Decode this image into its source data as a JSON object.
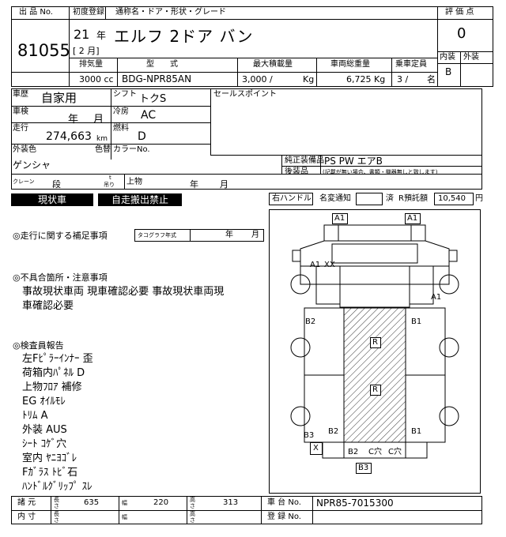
{
  "header": {
    "lot_label": "出 品 No.",
    "lot_no": "81055",
    "first_reg_label": "初度登録",
    "model_grade_label": "通称名・ドア・形状・グレード",
    "year": "21",
    "year_unit": "年",
    "month_text": "[ 2 月]",
    "car_name": "エルフ 2ドア バン",
    "score_label": "評 価 点",
    "score": "0",
    "interior_label": "内装",
    "exterior_label": "外装",
    "interior_grade": "B"
  },
  "specs": {
    "displacement_label": "排気量",
    "displacement": "3000 cc",
    "model_label": "型　　式",
    "model": "BDG-NPR85AN",
    "load_label": "最大積載量",
    "load": "3,000 /",
    "load_unit": "Kg",
    "gvw_label": "車両総重量",
    "gvw": "6,725 Kg",
    "capacity_label": "乗車定員",
    "capacity": "3 /",
    "capacity_unit": "名"
  },
  "details": {
    "history_label": "車歴",
    "history": "自家用",
    "shift_label": "シフト",
    "shift": "トクS",
    "sales_point_label": "セールスポイント",
    "inspection_label": "車検",
    "inspection_year": "年",
    "inspection_month": "月",
    "ac_label": "冷房",
    "ac": "AC",
    "mileage_label": "走行",
    "mileage": "274,663",
    "mileage_unit": "km",
    "fuel_label": "燃料",
    "fuel": "D",
    "color_label": "外装色",
    "color": "ゲンシャ",
    "color_no_label": "色替",
    "color_code_label": "カラーNo.",
    "equipment_label": "純正装備品",
    "equipment": "PS PW エアB",
    "aftermarket_label": "後装品",
    "aftermarket_note": "(記載が無い場合、書類・機器無しと致します)",
    "crane_label": "クレーン",
    "crane_dan": "段",
    "crane_t": "t",
    "crane_tsuri": "吊り",
    "upper_label": "上物",
    "upper_year": "年",
    "upper_month": "月"
  },
  "status_buttons": {
    "current": "現状車",
    "no_self_drive": "自走搬出禁止"
  },
  "handle": {
    "right_hand": "右ハンドル",
    "name_change_label": "名変通知",
    "tax_label": "済",
    "tax_value": "R預託額",
    "deposit": "10,540",
    "deposit_unit": "円"
  },
  "remarks": {
    "driving_label": "◎走行に関する補足事項",
    "tacho_label": "タコグラフ年式",
    "tacho_year": "年",
    "tacho_month": "月",
    "defects_label": "◎不具合箇所・注意事項",
    "defects_lines": [
      "事故現状車両 現車確認必要 事故現状車両現",
      "車確認必要"
    ],
    "inspector_label": "◎検査員報告",
    "inspector_lines": [
      "左Fﾋﾟﾗｰｲﾝﾅｰ 歪",
      "荷箱内ﾊﾟﾈﾙ D",
      "上物ﾌﾛｱ 補修",
      "EG ｵｲﾙﾓﾚ",
      "ﾄﾘﾑ A",
      "外装 AUS",
      "ｼｰﾄ ｺｹﾞ穴",
      "室内 ﾔﾆﾖｺﾞﾚ",
      "Fｶﾞﾗｽ ﾄﾋﾞ石",
      "ﾊﾝﾄﾞﾙｸﾞﾘｯﾌﾟ ｽﾚ"
    ]
  },
  "diagram": {
    "marks": {
      "a1_front_left": "A1",
      "a1_front_right": "A1",
      "a1_cab": "A1",
      "xx_cab": "XX",
      "a1_right": "A1",
      "b2_left": "B2",
      "b1_right": "B1",
      "r_upper": "R",
      "r_lower": "R",
      "b2_lower": "B2",
      "b1_lower": "B1",
      "b3_left": "B3",
      "x_box": "X",
      "b2_bottom": "B2",
      "c_hole1": "C穴",
      "c_hole2": "C穴",
      "b3_bottom": "B3"
    }
  },
  "footer": {
    "dims_label": "諸 元",
    "length_label": "長さ",
    "length": "635",
    "width_label": "幅",
    "width": "220",
    "height_label": "高さ",
    "height": "313",
    "chassis_label": "車 台 No.",
    "chassis": "NPR85-7015300",
    "interior_label": "内 寸",
    "in_length_label": "長さ",
    "in_width_label": "幅",
    "in_height_label": "高さ",
    "reg_label": "登 録 No."
  }
}
